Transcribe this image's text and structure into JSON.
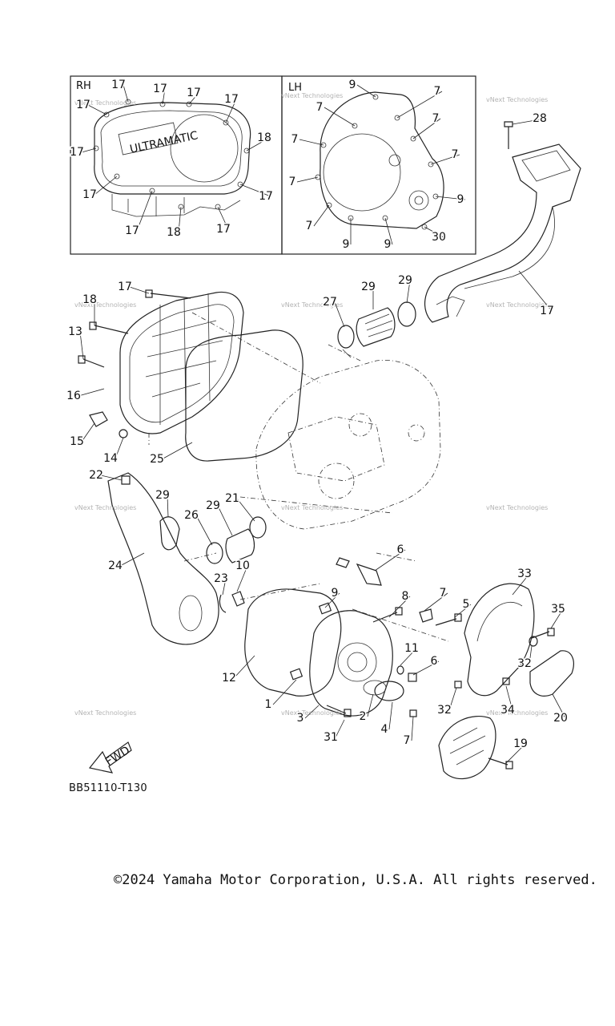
{
  "insets": {
    "rh_label": "RH",
    "lh_label": "LH"
  },
  "cover_text": "ULTRAMATIC",
  "fwd_label": "FWD",
  "watermark_text": "vNext Technologies",
  "drawing_code": "BB51110-T130",
  "copyright": "©2024 Yamaha Motor Corporation, U.S.A. All rights reserved.",
  "callouts": [
    {
      "num": "17"
    },
    {
      "num": "17"
    },
    {
      "num": "17"
    },
    {
      "num": "17"
    },
    {
      "num": "17"
    },
    {
      "num": "17"
    },
    {
      "num": "17"
    },
    {
      "num": "17"
    },
    {
      "num": "17"
    },
    {
      "num": "17"
    },
    {
      "num": "17"
    },
    {
      "num": "18"
    },
    {
      "num": "18"
    },
    {
      "num": "9"
    },
    {
      "num": "7"
    },
    {
      "num": "7"
    },
    {
      "num": "7"
    },
    {
      "num": "7"
    },
    {
      "num": "7"
    },
    {
      "num": "7"
    },
    {
      "num": "7"
    },
    {
      "num": "9"
    },
    {
      "num": "9"
    },
    {
      "num": "9"
    },
    {
      "num": "30"
    },
    {
      "num": "28"
    },
    {
      "num": "29"
    },
    {
      "num": "29"
    },
    {
      "num": "27"
    },
    {
      "num": "17"
    },
    {
      "num": "17"
    },
    {
      "num": "18"
    },
    {
      "num": "13"
    },
    {
      "num": "16"
    },
    {
      "num": "15"
    },
    {
      "num": "14"
    },
    {
      "num": "25"
    },
    {
      "num": "22"
    },
    {
      "num": "29"
    },
    {
      "num": "26"
    },
    {
      "num": "29"
    },
    {
      "num": "21"
    },
    {
      "num": "24"
    },
    {
      "num": "23"
    },
    {
      "num": "10"
    },
    {
      "num": "6"
    },
    {
      "num": "9"
    },
    {
      "num": "8"
    },
    {
      "num": "7"
    },
    {
      "num": "5"
    },
    {
      "num": "12"
    },
    {
      "num": "11"
    },
    {
      "num": "6"
    },
    {
      "num": "1"
    },
    {
      "num": "3"
    },
    {
      "num": "2"
    },
    {
      "num": "4"
    },
    {
      "num": "7"
    },
    {
      "num": "31"
    },
    {
      "num": "33"
    },
    {
      "num": "35"
    },
    {
      "num": "32"
    },
    {
      "num": "32"
    },
    {
      "num": "34"
    },
    {
      "num": "20"
    },
    {
      "num": "19"
    }
  ]
}
